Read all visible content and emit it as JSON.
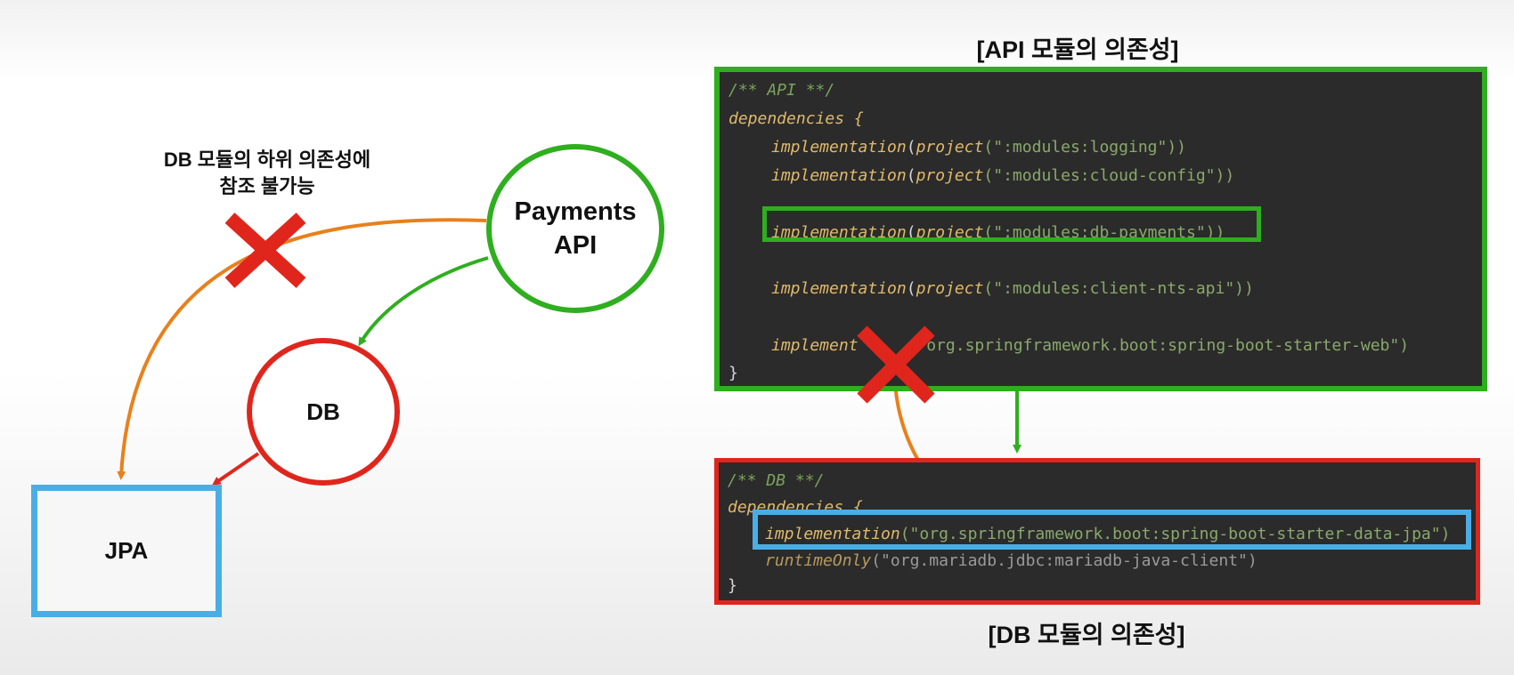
{
  "diagram": {
    "note_line1": "DB 모듈의 하위 의존성에",
    "note_line2": "참조 불가능",
    "payments_line1": "Payments",
    "payments_line2": "API",
    "db_label": "DB",
    "jpa_label": "JPA"
  },
  "api_panel": {
    "title": "[API 모듈의 의존성]",
    "lines": [
      "/** API **/",
      "dependencies {",
      "implementation",
      "(",
      "project",
      "(\":modules:logging\"))",
      "implementation",
      "(",
      "project",
      "(\":modules:cloud-config\"))",
      "implementation",
      "(",
      "project",
      "(\":modules:db-payments\"))",
      "implementation",
      "(",
      "project",
      "(\":modules:client-nts-api\"))",
      "implement",
      "(\"org.springframework.boot:spring-boot-starter-web\")",
      "}"
    ]
  },
  "db_panel": {
    "title": "[DB 모듈의 의존성]",
    "comment": "/** DB **/",
    "deps": "dependencies {",
    "impl_kw": "implementation",
    "impl_str": "(\"org.springframework.boot:spring-boot-starter-data-jpa\")",
    "runtime_kw": "runtimeOnly",
    "runtime_str": "(\"org.mariadb.jdbc:mariadb-java-client\")",
    "close": "}"
  },
  "colors": {
    "green": "#2fae1f",
    "red": "#e0261c",
    "orange": "#e8801c",
    "blue": "#4aaee6"
  }
}
